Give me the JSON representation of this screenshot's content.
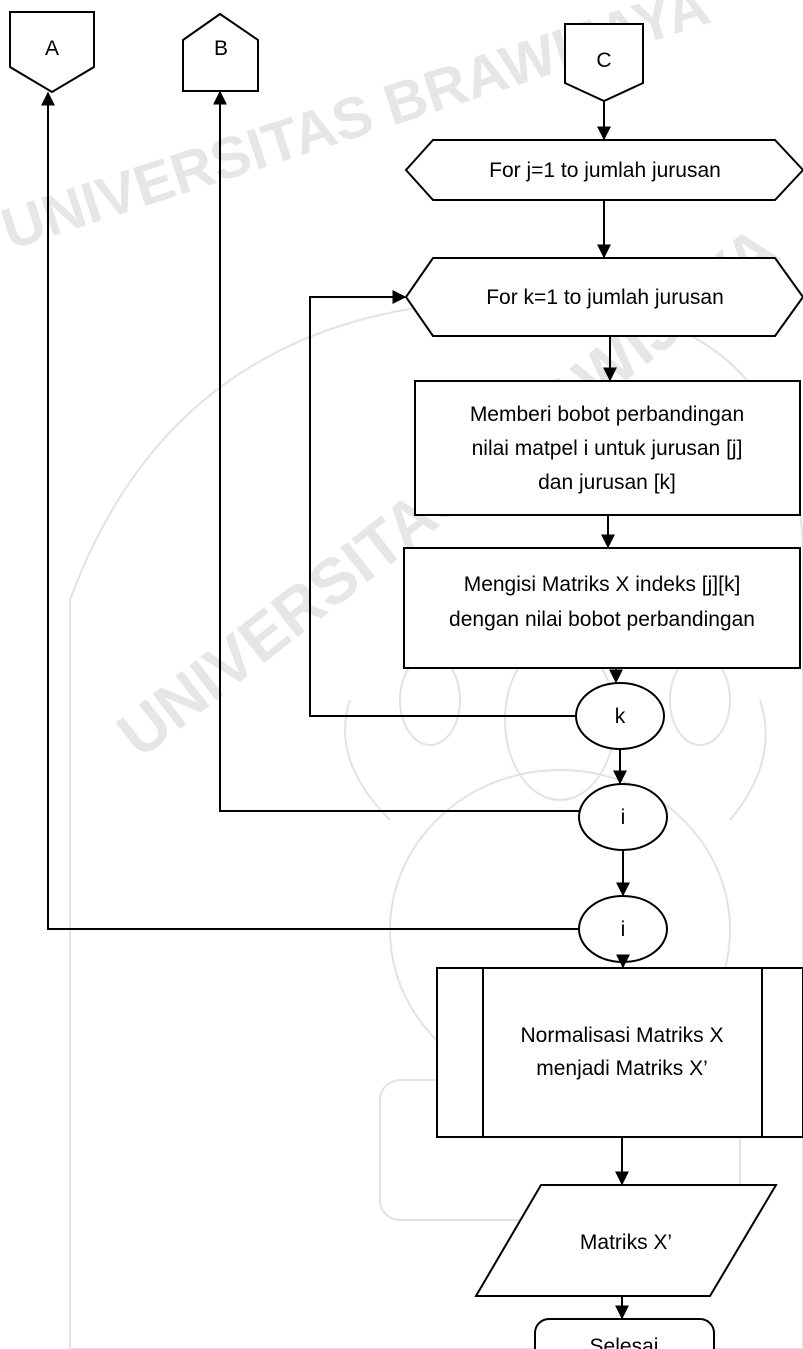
{
  "watermark": {
    "text": "UNIVERSITAS BRAWIJAYA",
    "color": "#d9d9d9"
  },
  "flowchart": {
    "connectors": {
      "a": "A",
      "b": "B",
      "c": "C"
    },
    "loop_j": "For j=1 to jumlah jurusan",
    "loop_k": "For k=1 to jumlah jurusan",
    "process_bobot": [
      "Memberi bobot perbandingan",
      "nilai matpel i untuk jurusan [j]",
      "dan jurusan [k]"
    ],
    "process_isi_matriks": [
      "Mengisi Matriks X indeks [j][k]",
      "dengan nilai bobot perbandingan"
    ],
    "end_k": "k",
    "end_i_1": "i",
    "end_i_2": "i",
    "subprocess_normalisasi": [
      "Normalisasi Matriks X",
      "menjadi Matriks X’"
    ],
    "output_matriks": "Matriks X’",
    "terminator": "Selesai"
  }
}
